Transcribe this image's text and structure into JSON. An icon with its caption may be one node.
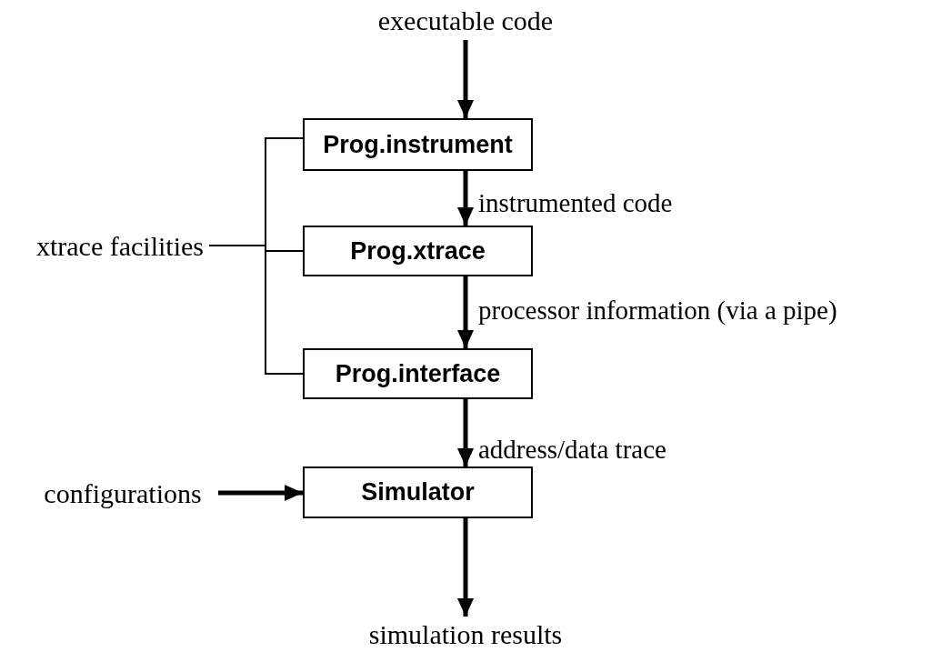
{
  "diagram": {
    "nodes": [
      {
        "text": [
          "executable code"
        ]
      },
      {
        "text": [
          "Prog.instrument"
        ]
      },
      {
        "text": [
          "Prog.xtrace"
        ]
      },
      {
        "text": [
          "Prog.interface"
        ]
      },
      {
        "text": [
          "Simulator"
        ]
      },
      {
        "text": [
          "configurations"
        ]
      },
      {
        "text": [
          "simulation results"
        ]
      },
      {
        "text": [
          "xtrace facilities"
        ]
      }
    ],
    "edges": [
      {
        "from": 0,
        "to": 1,
        "arrow": "to"
      },
      {
        "from": 1,
        "to": 2,
        "arrow": "to",
        "label": "instrumented code"
      },
      {
        "from": 2,
        "to": 3,
        "arrow": "to",
        "label": "processor information (via a pipe)"
      },
      {
        "from": 3,
        "to": 4,
        "arrow": "to",
        "label": "address/data trace"
      },
      {
        "from": 5,
        "to": 4,
        "arrow": "to"
      },
      {
        "from": 4,
        "to": 6,
        "arrow": "to"
      },
      {
        "from": 7,
        "to": 1,
        "arrow": "none"
      },
      {
        "from": 7,
        "to": 2,
        "arrow": "none"
      },
      {
        "from": 7,
        "to": 3,
        "arrow": "none"
      }
    ]
  }
}
